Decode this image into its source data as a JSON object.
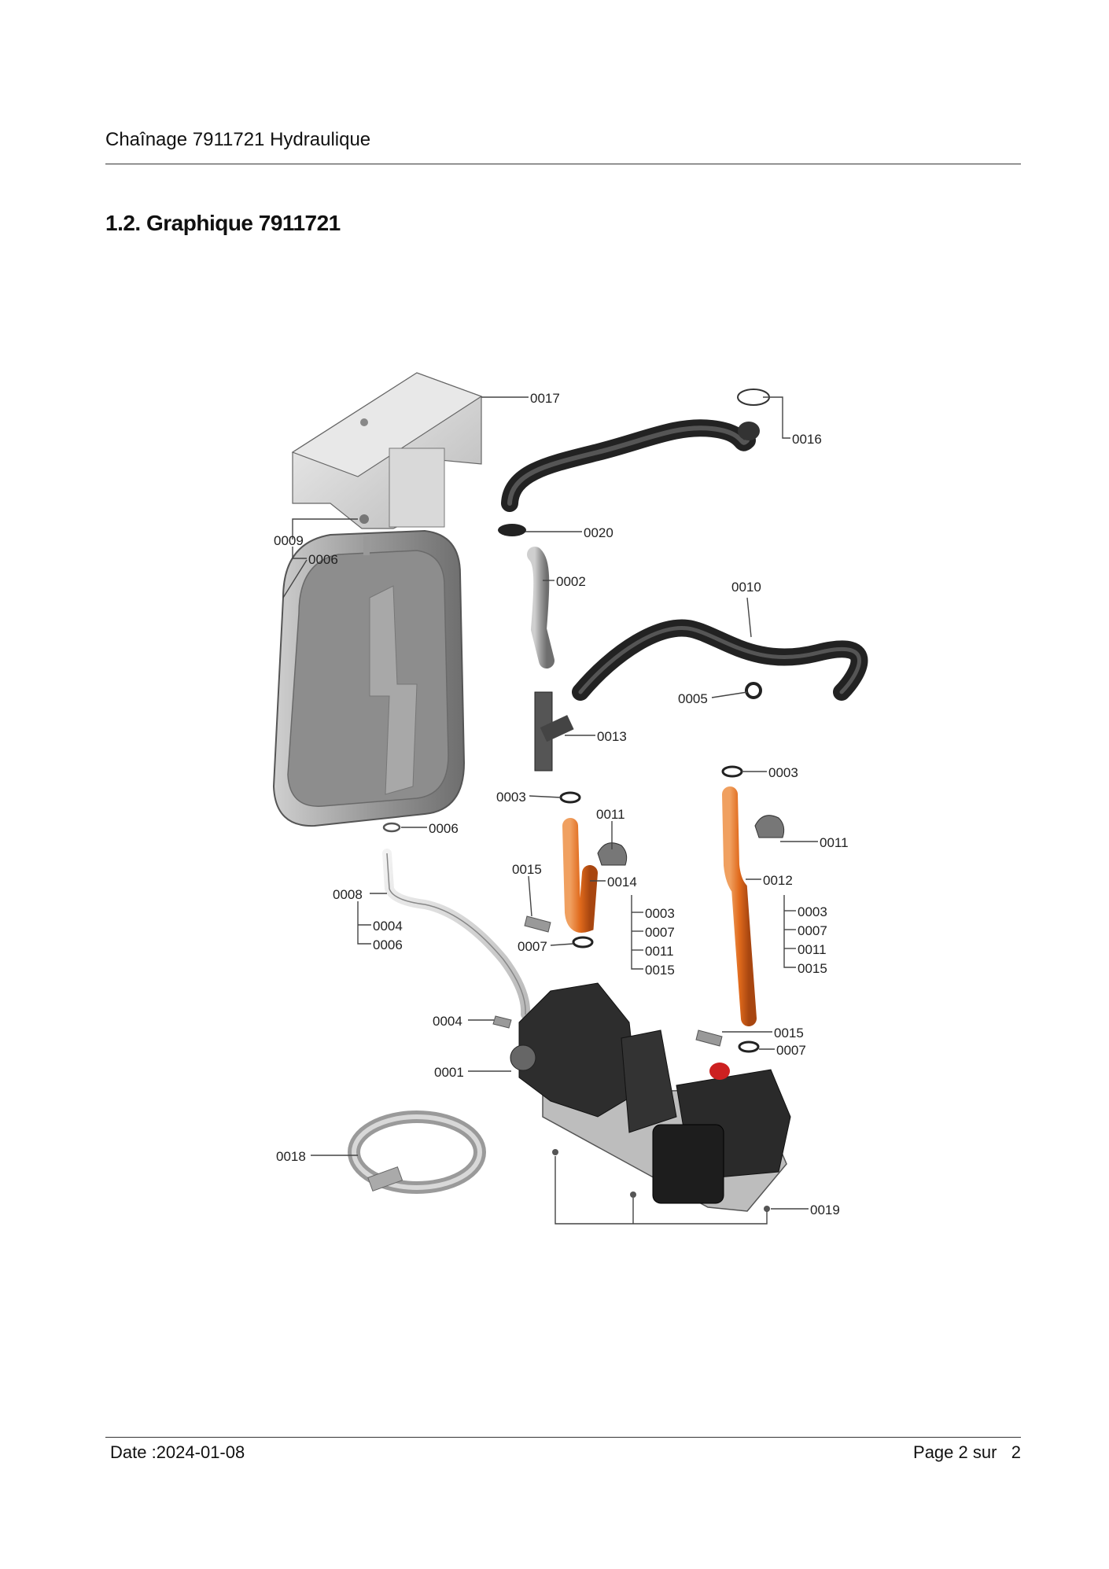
{
  "header": {
    "title": "Chaînage 7911721 Hydraulique"
  },
  "section": {
    "title": "1.2. Graphique 7911721"
  },
  "diagram": {
    "labels": {
      "p0017": "0017",
      "p0016": "0016",
      "p0020": "0020",
      "p0009": "0009",
      "p0006a": "0006",
      "p0002": "0002",
      "p0010": "0010",
      "p0005": "0005",
      "p0013": "0013",
      "p0003a": "0003",
      "p0003b": "0003",
      "p0011a": "0011",
      "p0011b": "0011",
      "p0006b": "0006",
      "p0015a": "0015",
      "p0014": "0014",
      "p0012": "0012",
      "p0008": "0008",
      "p0004a": "0004",
      "p0006c": "0006",
      "p0003c": "0003",
      "p0007a": "0007",
      "p0011c": "0011",
      "p0015b": "0015",
      "p0003d": "0003",
      "p0007b": "0007",
      "p0011d": "0011",
      "p0015c": "0015",
      "p0007c": "0007",
      "p0004b": "0004",
      "p0015d": "0015",
      "p0007d": "0007",
      "p0001": "0001",
      "p0018": "0018",
      "p0019": "0019"
    }
  },
  "footer": {
    "date": "Date :2024-01-08",
    "page": "Page 2 sur   2"
  }
}
